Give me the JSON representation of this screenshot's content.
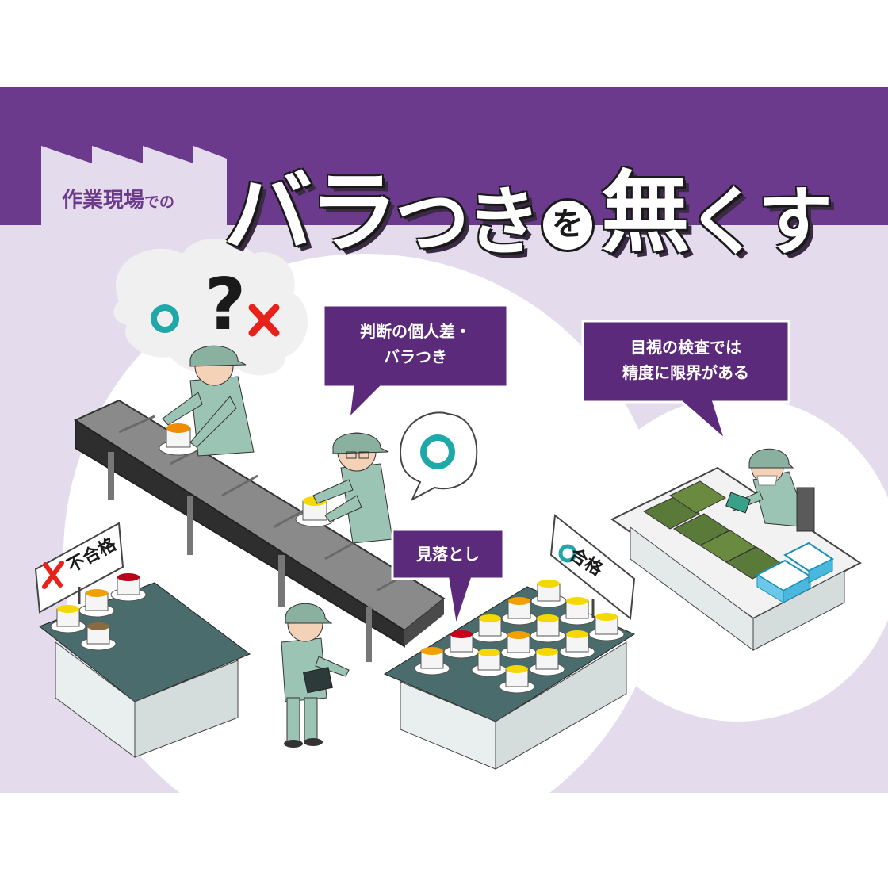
{
  "banner": {
    "subtitle_main": "作業現場",
    "subtitle_suffix": "での",
    "headline": {
      "part1": "バラ",
      "part2": "つき",
      "particle": "を",
      "part3": "無",
      "part4": "くす"
    },
    "color": "#6c3a8c"
  },
  "thought": {
    "circle_symbol": "○",
    "question_symbol": "?",
    "cross_symbol": "×"
  },
  "callouts": {
    "individual_diff": {
      "line1": "判断の個人差・",
      "line2": "バラつき"
    },
    "visual_limit": {
      "line1": "目視の検査では",
      "line2": "精度に限界がある"
    },
    "oversight": {
      "line1": "見落とし"
    }
  },
  "signs": {
    "fail": {
      "mark": "×",
      "label": "不合格"
    },
    "pass": {
      "mark": "○",
      "label": "合格"
    }
  },
  "colors": {
    "purple": "#6c3a8c",
    "lavender": "#e4dcec",
    "teal": "#1fa8a8",
    "red": "#e8211a",
    "uniform": "#9cc4b4",
    "table": "#4a6c6c"
  }
}
